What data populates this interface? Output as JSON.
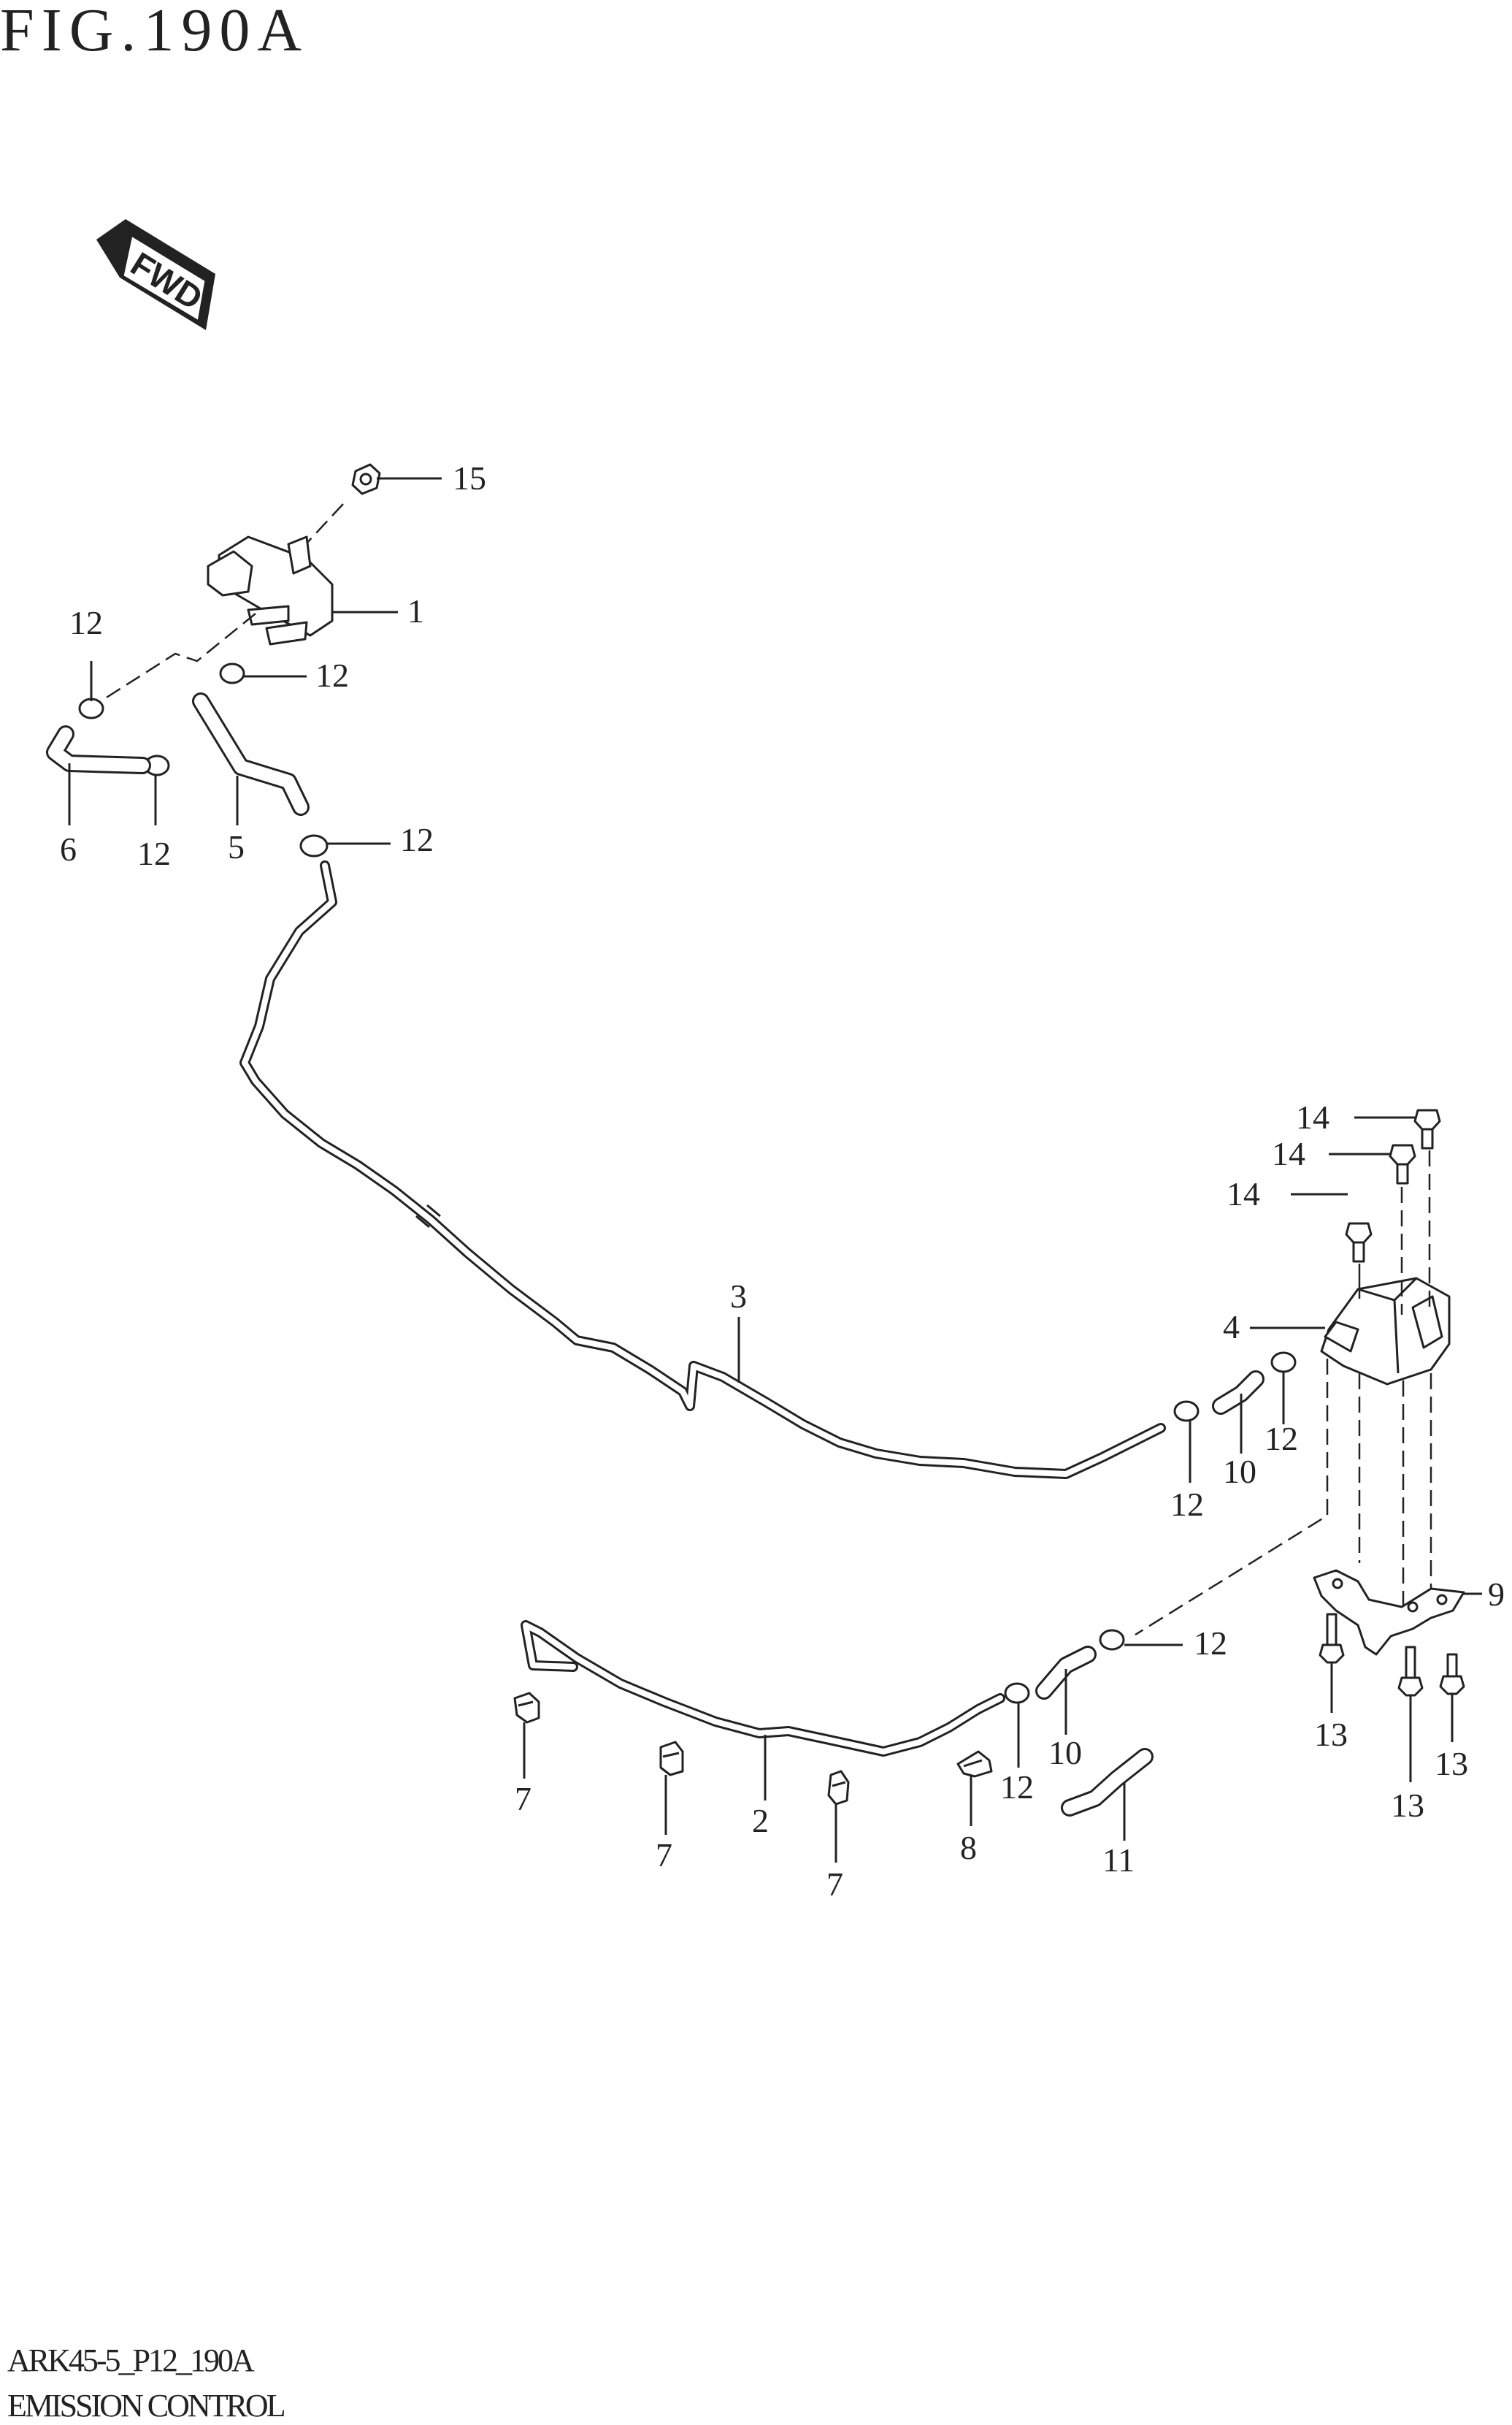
{
  "figure": {
    "title": "FIG.190A",
    "direction_label": "FWD",
    "footer_code": "ARK45-5_P12_190A",
    "footer_name": "EMISSION CONTROL"
  },
  "callouts": [
    "15",
    "1",
    "12",
    "12",
    "6",
    "12",
    "5",
    "12",
    "3",
    "14",
    "14",
    "14",
    "4",
    "12",
    "10",
    "12",
    "9",
    "12",
    "13",
    "13",
    "13",
    "10",
    "12",
    "2",
    "8",
    "11",
    "7",
    "7",
    "7"
  ]
}
